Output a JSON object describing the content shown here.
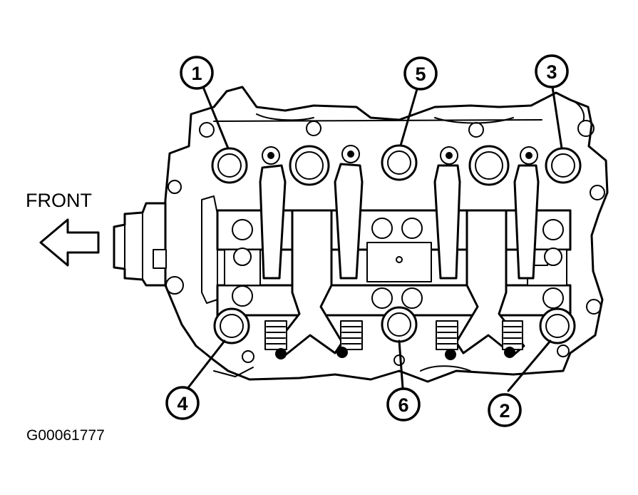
{
  "front_label": "FRONT",
  "figure_code": "G00061777",
  "callouts": [
    {
      "id": "callout-1",
      "label": "1"
    },
    {
      "id": "callout-2",
      "label": "2"
    },
    {
      "id": "callout-3",
      "label": "3"
    },
    {
      "id": "callout-4",
      "label": "4"
    },
    {
      "id": "callout-5",
      "label": "5"
    },
    {
      "id": "callout-6",
      "label": "6"
    }
  ],
  "icons": {
    "front_arrow": "left-arrow-icon"
  }
}
